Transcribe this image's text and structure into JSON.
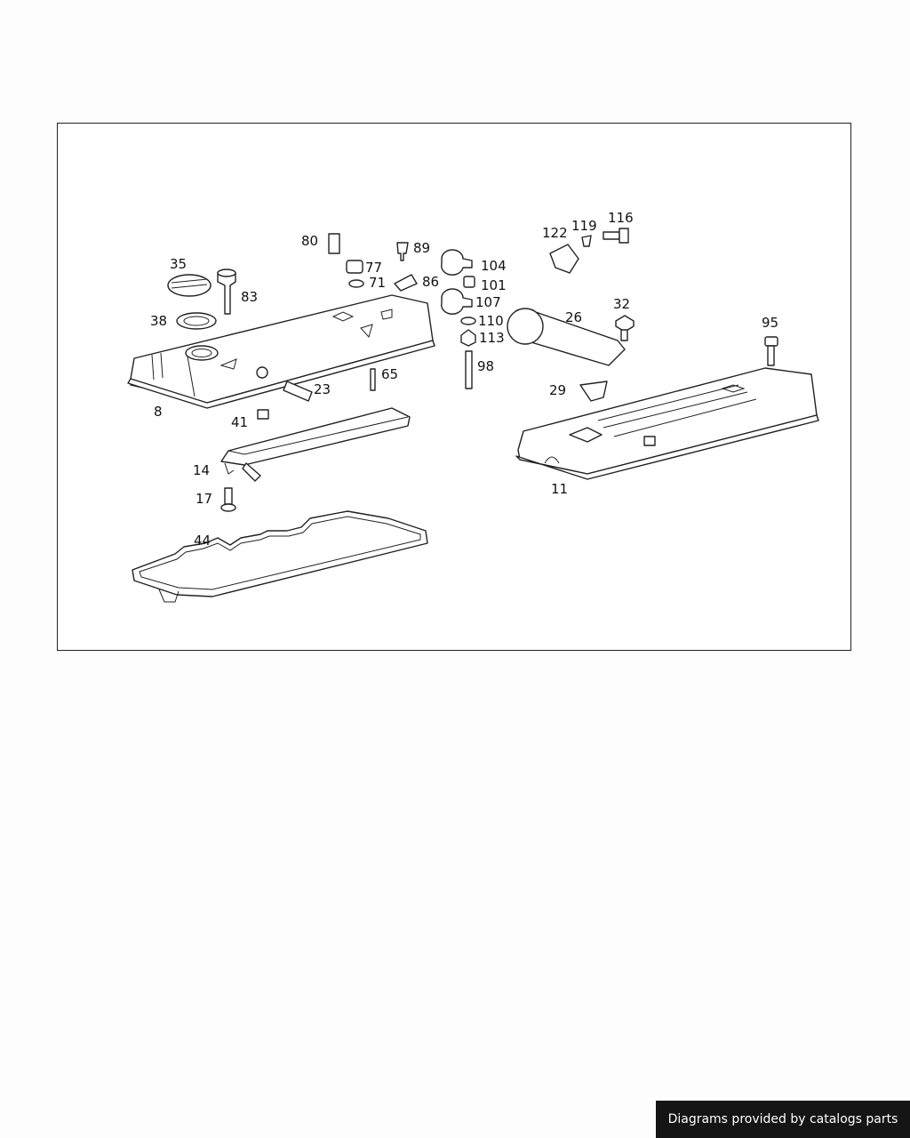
{
  "diagram": {
    "callouts": [
      "80",
      "89",
      "35",
      "77",
      "71",
      "86",
      "83",
      "104",
      "101",
      "107",
      "38",
      "110",
      "113",
      "98",
      "8",
      "23",
      "65",
      "41",
      "14",
      "17",
      "44",
      "122",
      "119",
      "116",
      "26",
      "32",
      "95",
      "29",
      "11"
    ]
  },
  "footer": {
    "credit": "Diagrams provided by catalogs parts"
  }
}
